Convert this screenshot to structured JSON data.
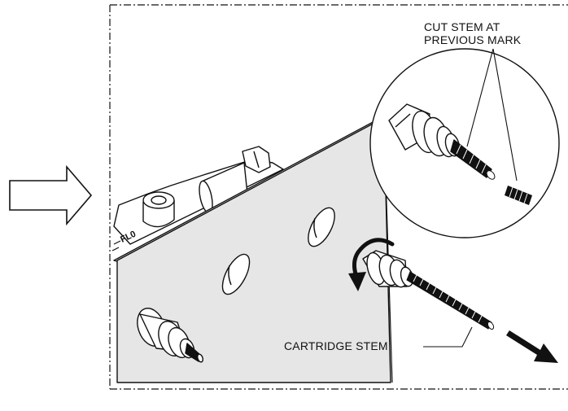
{
  "labels": {
    "cut_stem_line1": "CUT STEM AT",
    "cut_stem_line2": "PREVIOUS MARK",
    "cartridge_stem": "CARTRIDGE STEM"
  },
  "colors": {
    "ink": "#111111",
    "panel_fill": "#e6e6e6",
    "background": "#ffffff"
  },
  "icons": {
    "step_arrow": "outline-arrow-right-icon",
    "rotate_arrow": "curved-arrow-icon",
    "pull_arrow": "solid-arrow-down-right-icon"
  }
}
